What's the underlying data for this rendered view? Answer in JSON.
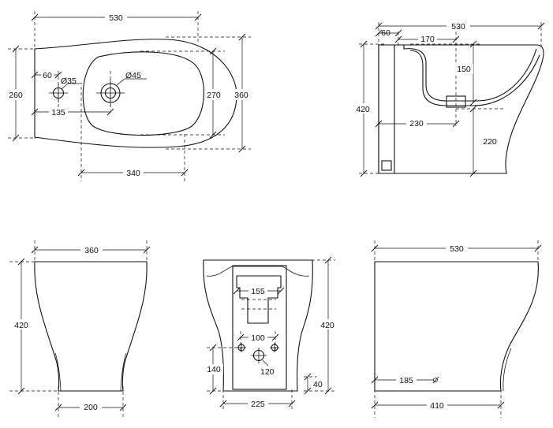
{
  "top_view": {
    "width": "530",
    "depth_outer": "360",
    "depth_bowl": "270",
    "depth_left": "260",
    "offset_60": "60",
    "hole_small": "Ø35",
    "hole_large": "Ø45",
    "offset_135": "135",
    "bowl_width": "340"
  },
  "side_section": {
    "width": "530",
    "offset_60": "60",
    "offset_170": "170",
    "height": "420",
    "bowl_depth": "150",
    "outlet_offset": "230",
    "outlet_height": "220"
  },
  "back_view": {
    "top_width": "360",
    "height": "420",
    "base_width": "200"
  },
  "rear_view": {
    "fixing_spacing": "100",
    "outlet_label": "155",
    "fixing_height": "140",
    "outlet_dim": "120",
    "base_offset": "40",
    "base_width": "225",
    "height": "420"
  },
  "side_view": {
    "width": "530",
    "outlet_offset": "185",
    "base_depth": "410"
  }
}
